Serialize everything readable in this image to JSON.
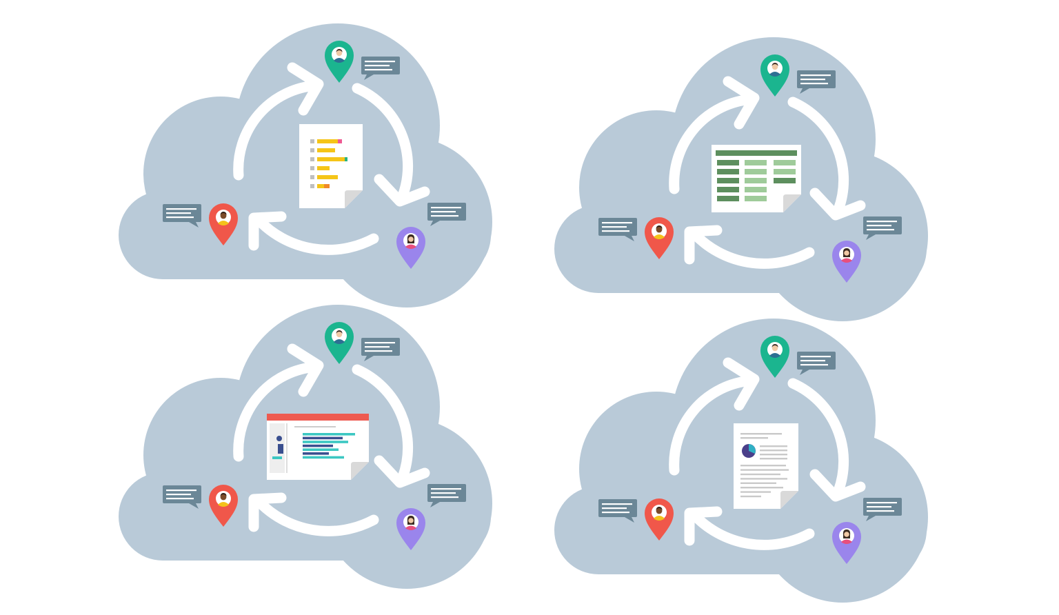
{
  "colors": {
    "background": "#ffffff",
    "cloud": "#b9cad8",
    "arrow": "#ffffff",
    "bubble": "#6b8797",
    "bubble_line": "#ffffff",
    "pin_green": "#1bb58f",
    "pin_red": "#f0574a",
    "pin_purple": "#9a85ec",
    "paper": "#f6f6f6",
    "paper_fold": "#d9d9d9",
    "bar_yellow": "#f5c518",
    "bar_pink": "#ee5a93",
    "bar_green": "#2bb380",
    "bar_orange": "#f08a2a",
    "bar_gray": "#bfbfbf",
    "sheet_dark": "#5d8f5e",
    "sheet_light": "#9fcb9a",
    "slide_red": "#ee5a50",
    "slide_teal": "#3cc7c2",
    "slide_navy": "#3a4f8f",
    "doc_line": "#c9c9c9",
    "pie_dark": "#4a3f8a",
    "pie_teal": "#2fb0c4"
  },
  "clouds": [
    {
      "document_type": "report",
      "document_icon": "bar-chart-report-icon"
    },
    {
      "document_type": "spreadsheet",
      "document_icon": "spreadsheet-icon"
    },
    {
      "document_type": "presentation",
      "document_icon": "presentation-slide-icon"
    },
    {
      "document_type": "document",
      "document_icon": "text-document-icon"
    }
  ],
  "collaborators": [
    {
      "name": "user-green",
      "pin_color": "pin_green",
      "icon": "man-avatar-icon"
    },
    {
      "name": "user-red",
      "pin_color": "pin_red",
      "icon": "dark-skin-avatar-icon"
    },
    {
      "name": "user-purple",
      "pin_color": "pin_purple",
      "icon": "woman-avatar-icon"
    }
  ]
}
